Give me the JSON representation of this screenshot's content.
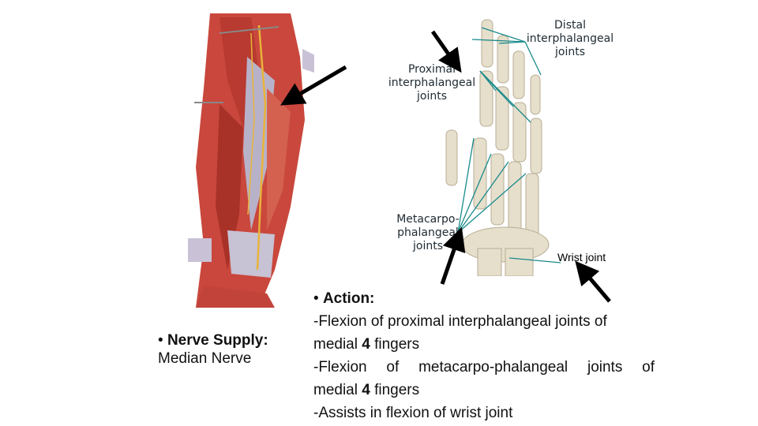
{
  "slide": {
    "labels": {
      "distal": [
        "Distal",
        "interphalangeal",
        "joints"
      ],
      "proximal": [
        "Proximal",
        "interphalangeal",
        "joints"
      ],
      "metacarpo": [
        "Metacarpo-",
        "phalangeal",
        "joints"
      ],
      "wrist": "Wrist joint"
    },
    "nerve": {
      "bullet": "•",
      "heading": "Nerve Supply:",
      "text": "Median Nerve"
    },
    "action": {
      "bullet": "•",
      "heading": "Action:",
      "line1": "-Flexion of proximal interphalangeal joints of",
      "line2a": "medial ",
      "line2b": "4",
      "line2c": " fingers",
      "line3": "-Flexion of metacarpo-phalangeal joints of",
      "line4a": "medial ",
      "line4b": "4",
      "line4c": " fingers",
      "line5": "-Assists in flexion of wrist joint"
    }
  }
}
